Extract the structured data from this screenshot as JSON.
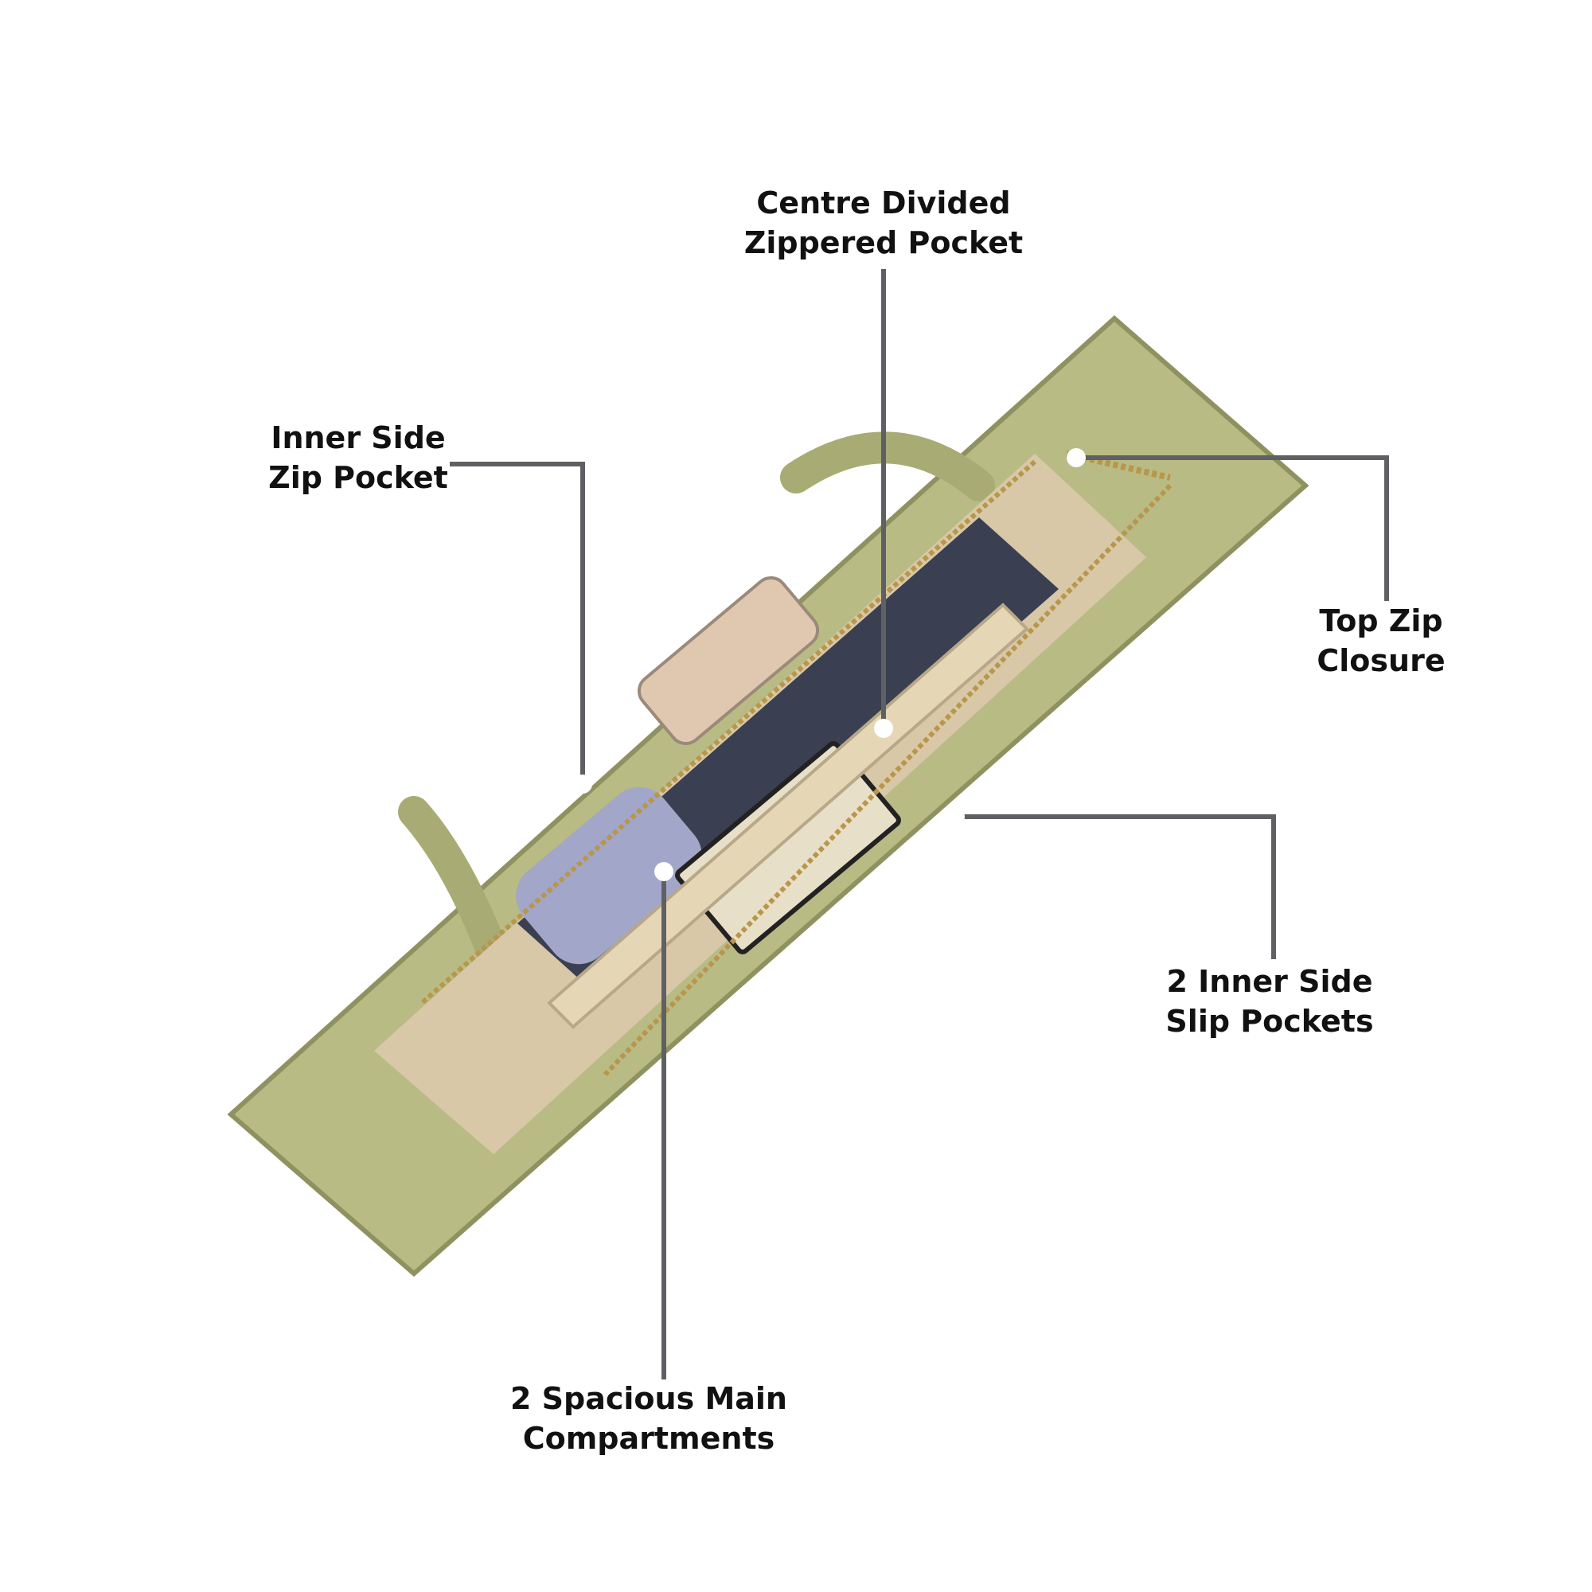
{
  "image": {
    "subject": "green-handbag-top-view-icon",
    "colors": {
      "bag": "#b9bb84",
      "bag_dark": "#8f9160",
      "lining": "#d8c8a8",
      "leader": "#5f6063",
      "dot": "#ffffff"
    }
  },
  "callouts": {
    "centre_pocket": {
      "line1": "Centre Divided",
      "line2": "Zippered Pocket"
    },
    "inner_zip": {
      "line1": "Inner Side",
      "line2": "Zip Pocket"
    },
    "top_zip": {
      "line1": "Top Zip",
      "line2": "Closure"
    },
    "slip_pockets": {
      "line1": "2 Inner Side",
      "line2": "Slip Pockets"
    },
    "main_compartments": {
      "line1": "2 Spacious Main",
      "line2": "Compartments"
    }
  }
}
